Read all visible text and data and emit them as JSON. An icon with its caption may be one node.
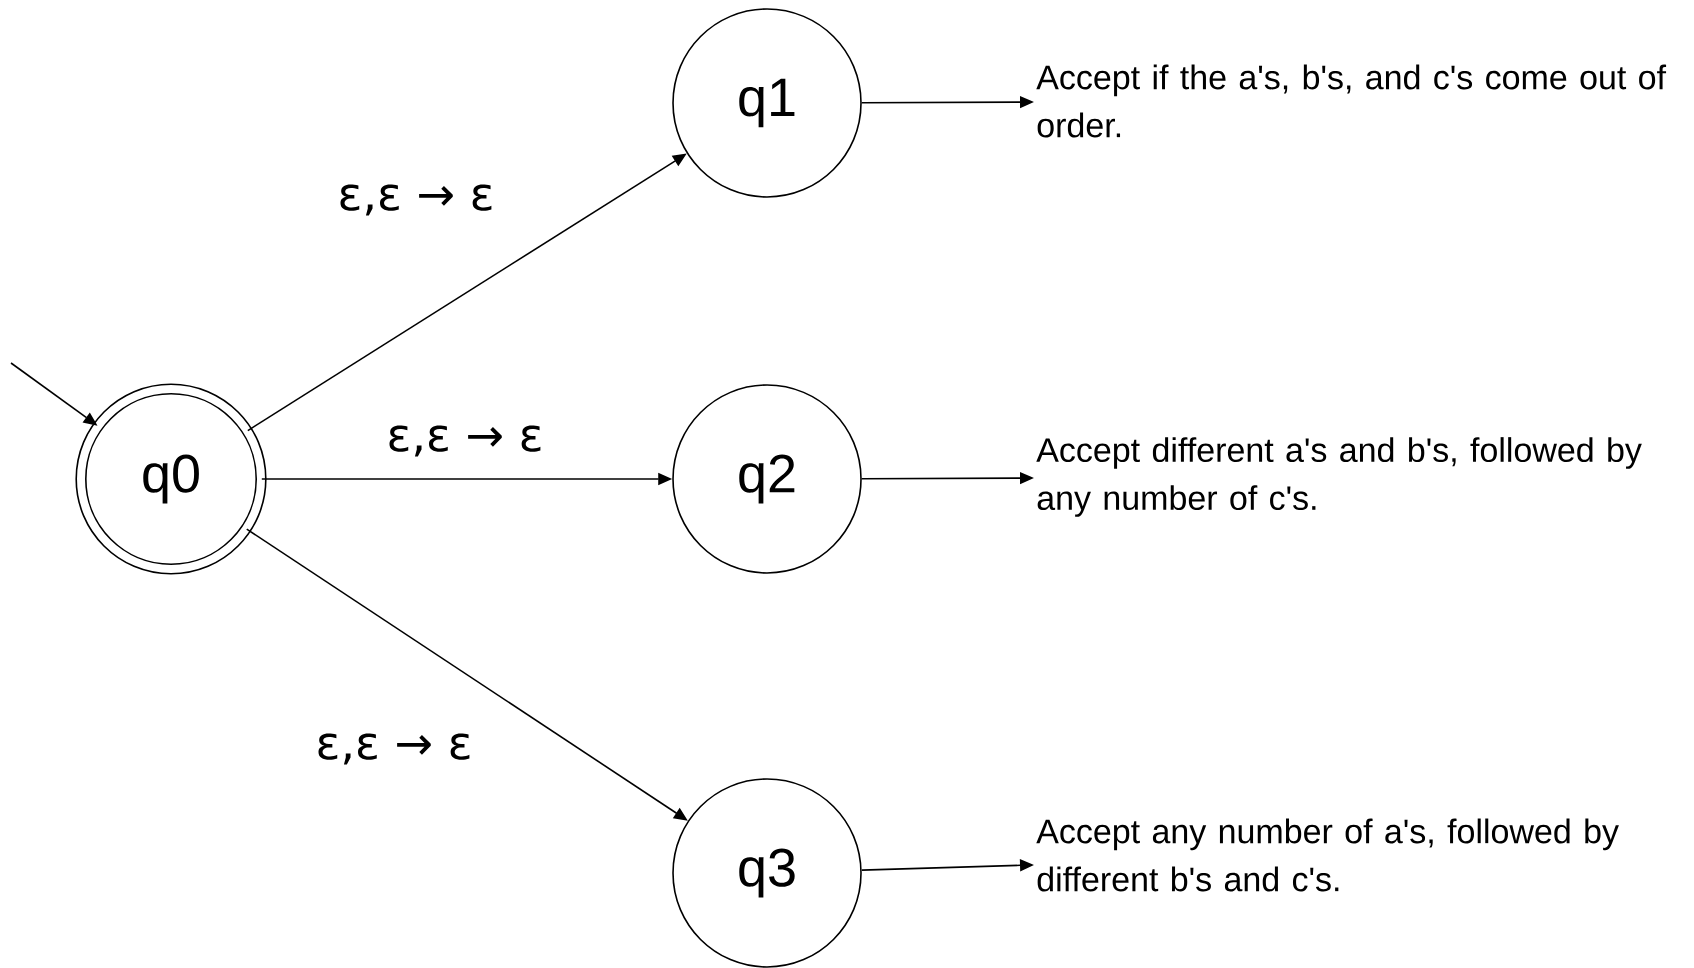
{
  "diagram": {
    "nodes": [
      {
        "text": [
          "q0"
        ]
      },
      {
        "text": [
          "q1"
        ]
      },
      {
        "text": [
          "q2"
        ]
      },
      {
        "text": [
          "q3"
        ]
      },
      {
        "text": [
          "Accept if the a's, b's, and c's come out of order."
        ]
      },
      {
        "text": [
          "Accept different a's and b's, followed by any number of c's."
        ]
      },
      {
        "text": [
          "Accept any number of a's, followed by different b's and c's."
        ]
      }
    ],
    "edges": [
      {
        "from": null,
        "to": 0,
        "arrow": "to"
      },
      {
        "from": 0,
        "to": 1,
        "arrow": "to",
        "label": "ε,ε → ε"
      },
      {
        "from": 0,
        "to": 2,
        "arrow": "to",
        "label": "ε,ε → ε"
      },
      {
        "from": 0,
        "to": 3,
        "arrow": "to",
        "label": "ε,ε → ε"
      },
      {
        "from": 1,
        "to": 4,
        "arrow": "to"
      },
      {
        "from": 2,
        "to": 5,
        "arrow": "to"
      },
      {
        "from": 3,
        "to": 6,
        "arrow": "to"
      }
    ]
  }
}
